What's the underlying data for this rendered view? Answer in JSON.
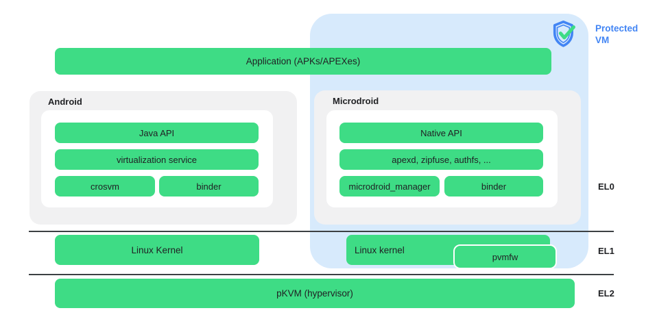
{
  "colors": {
    "green": "#3edc85",
    "blue_bg": "#d7eafc",
    "gray_box": "#f1f1f2",
    "accent_blue": "#4285f4",
    "line": "#3c4043"
  },
  "protected_vm": {
    "label_line1": "Protected",
    "label_line2": "VM",
    "icon": "shield-check-icon"
  },
  "application": {
    "label": "Application (APKs/APEXes)"
  },
  "android": {
    "title": "Android",
    "bars": {
      "java_api": "Java API",
      "virtualization_service": "virtualization service",
      "crosvm": "crosvm",
      "binder": "binder"
    }
  },
  "microdroid": {
    "title": "Microdroid",
    "bars": {
      "native_api": "Native API",
      "apexd": "apexd, zipfuse, authfs, ...",
      "microdroid_manager": "microdroid_manager",
      "binder": "binder"
    }
  },
  "exception_levels": {
    "el0": "EL0",
    "el1": "EL1",
    "el2": "EL2"
  },
  "kernel_row": {
    "android_kernel": "Linux Kernel",
    "vm_kernel": "Linux kernel",
    "pvmfw": "pvmfw"
  },
  "hypervisor": {
    "label": "pKVM (hypervisor)"
  }
}
